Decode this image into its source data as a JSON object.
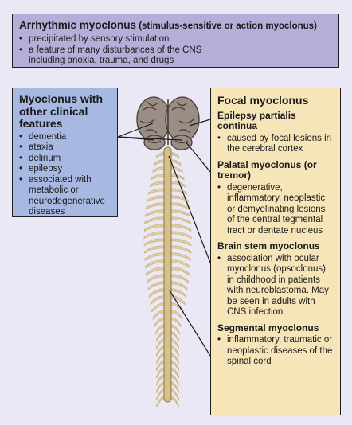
{
  "arrhythmic": {
    "title": "Arrhythmic myoclonus",
    "subtitle": " (stimulus-sensitive or action myoclonus)",
    "items": [
      "precipitated by sensory stimulation",
      "a feature of many disturbances of the CNS including anoxia, trauma, and drugs"
    ]
  },
  "other": {
    "title": "Myoclonus with other clinical features",
    "items": [
      "dementia",
      "ataxia",
      "delirium",
      "epilepsy",
      "associated with metabolic or neurodegenerative diseases"
    ]
  },
  "focal": {
    "title": "Focal myoclonus",
    "sections": [
      {
        "title": "Epilepsy partialis continua",
        "items": [
          "caused by focal lesions in the cerebral cortex"
        ]
      },
      {
        "title": "Palatal myoclonus (or tremor)",
        "items": [
          "degenerative, inflammatory, neoplastic or demyelinating lesions of the central tegmental tract or dentate nucleus"
        ]
      },
      {
        "title": "Brain stem myoclonus",
        "items": [
          "association with ocular myoclonus (opsoclonus) in childhood in patients with neuroblastoma. May be seen in adults with CNS infection"
        ]
      },
      {
        "title": "Segmental myoclonus",
        "items": [
          "inflammatory, traumatic or neoplastic diseases of the spinal cord"
        ]
      }
    ]
  },
  "colors": {
    "arrhythmic_box": "#b6aed9",
    "other_box": "#a7b8e2",
    "focal_box": "#f5e5b8",
    "brain": "#9a8d85",
    "nerves": "#e2cfa2",
    "background": "#ebe8f5"
  }
}
